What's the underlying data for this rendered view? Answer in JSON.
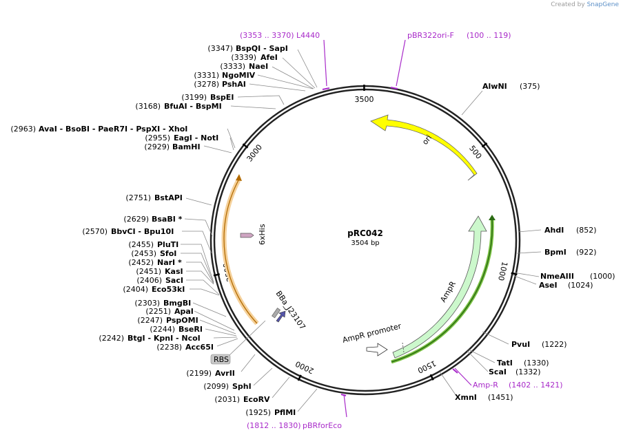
{
  "header": {
    "created_by": "Created by",
    "brand": "SnapGene"
  },
  "plasmid": {
    "name": "pRC042",
    "size": "3504 bp",
    "total": 3504,
    "ticks": [
      500,
      1000,
      1500,
      2000,
      2500,
      3000,
      3500
    ]
  },
  "sites_right": [
    {
      "name": "AlwNI",
      "pos": "(375)"
    },
    {
      "name": "AhdI",
      "pos": "(852)"
    },
    {
      "name": "BpmI",
      "pos": "(922)"
    },
    {
      "name": "NmeAIII",
      "pos": "(1000)"
    },
    {
      "name": "AseI",
      "pos": "(1024)"
    },
    {
      "name": "PvuI",
      "pos": "(1222)"
    },
    {
      "name": "TatI",
      "pos": "(1330)"
    },
    {
      "name": "ScaI",
      "pos": "(1332)"
    },
    {
      "name": "XmnI",
      "pos": "(1451)"
    }
  ],
  "sites_left": [
    {
      "pos": "(3347)",
      "name": "BspQI  -  SapI"
    },
    {
      "pos": "(3339)",
      "name": "AfeI"
    },
    {
      "pos": "(3333)",
      "name": "NaeI"
    },
    {
      "pos": "(3331)",
      "name": "NgoMIV"
    },
    {
      "pos": "(3278)",
      "name": "PshAI"
    },
    {
      "pos": "(3199)",
      "name": "BspEI"
    },
    {
      "pos": "(3168)",
      "name": "BfuAI  -  BspMI"
    },
    {
      "pos": "(2963)",
      "name": "AvaI  -  BsoBI  -  PaeR7I  -  PspXI  -  XhoI"
    },
    {
      "pos": "(2955)",
      "name": "EagI  -  NotI"
    },
    {
      "pos": "(2929)",
      "name": "BamHI"
    },
    {
      "pos": "(2751)",
      "name": "BstAPI"
    },
    {
      "pos": "(2629)",
      "name": "BsaBI *"
    },
    {
      "pos": "(2570)",
      "name": "BbvCI  -  Bpu10I"
    },
    {
      "pos": "(2455)",
      "name": "PluTI"
    },
    {
      "pos": "(2453)",
      "name": "SfoI"
    },
    {
      "pos": "(2452)",
      "name": "NarI *"
    },
    {
      "pos": "(2451)",
      "name": "KasI"
    },
    {
      "pos": "(2406)",
      "name": "SacI"
    },
    {
      "pos": "(2404)",
      "name": "Eco53kI"
    },
    {
      "pos": "(2303)",
      "name": "BmgBI"
    },
    {
      "pos": "(2251)",
      "name": "ApaI"
    },
    {
      "pos": "(2247)",
      "name": "PspOMI"
    },
    {
      "pos": "(2244)",
      "name": "BseRI"
    },
    {
      "pos": "(2242)",
      "name": "BtgI  -  KpnI  -  NcoI"
    },
    {
      "pos": "(2238)",
      "name": "Acc65I"
    },
    {
      "pos": "(2199)",
      "name": "AvrII"
    },
    {
      "pos": "(2099)",
      "name": "SphI"
    },
    {
      "pos": "(2031)",
      "name": "EcoRV"
    },
    {
      "pos": "(1925)",
      "name": "PflMI"
    }
  ],
  "primers": [
    {
      "range": "(3353 .. 3370)",
      "name": "L4440"
    },
    {
      "range": "(100 .. 119)",
      "name": "pBR322ori-F"
    },
    {
      "range": "(1402 .. 1421)",
      "name": "Amp-R"
    },
    {
      "range": "(1812 .. 1830)",
      "name": "pBRforEco"
    }
  ],
  "features": {
    "ori": "ori",
    "ampr": "AmpR",
    "ampr_promoter": "AmpR promoter",
    "his": "6xHis",
    "bba": "BBa_J23107",
    "rbs": "RBS"
  },
  "colors": {
    "ori": "#ffff00",
    "ampr": "#ccf8cc",
    "cds_yellow": "#f5d19b",
    "primer": "#a829c9",
    "his_tag": "#cfa5c2",
    "promoter_blue": "#5555aa",
    "rbs_gray": "#c7c7c7"
  }
}
